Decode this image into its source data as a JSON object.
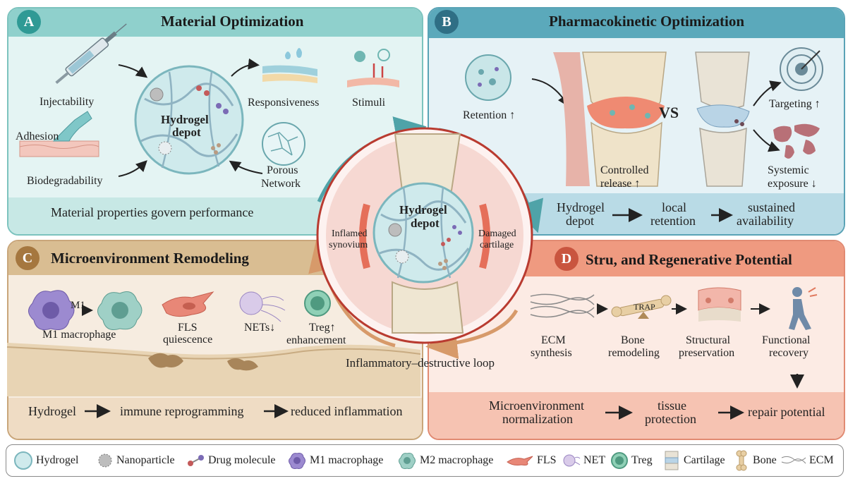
{
  "panel_a": {
    "badge": "A",
    "title": "Material Optimization",
    "labels": {
      "injectability": "Injectability",
      "adhesion": "Adhesion",
      "biodegradability": "Biodegradability",
      "responsiveness": "Responsiveness",
      "stimuli": "Stimuli",
      "porous_1": "Porous",
      "porous_2": "Network",
      "depot_1": "Hydrogel",
      "depot_2": "depot"
    },
    "footer": "Material properties govern performance"
  },
  "panel_b": {
    "badge": "B",
    "title": "Pharmacokinetic Optimization",
    "labels": {
      "retention": "Retention ↑",
      "controlled_1": "Controlled",
      "controlled_2": "release ↑",
      "vs": "VS",
      "targeting": "Targeting ↑",
      "systemic_1": "Systemic",
      "systemic_2": "exposure ↓"
    },
    "flow": [
      {
        "line1": "Hydrogel",
        "line2": "depot"
      },
      {
        "line1": "local",
        "line2": "retention"
      },
      {
        "line1": "sustained",
        "line2": "availability"
      }
    ]
  },
  "panel_c": {
    "badge": "C",
    "title": "Microenvironment Remodeling",
    "labels": {
      "m1_arrow": "M1",
      "m1_macrophage": "M1 macrophage",
      "fls_1": "FLS",
      "fls_2": "quiescence",
      "nets": "NETs↓",
      "treg_1": "Treg↑",
      "treg_2": "enhancement"
    },
    "flow": [
      "Hydrogel",
      "immune reprogramming",
      "reduced inflammation"
    ]
  },
  "panel_d": {
    "badge": "D",
    "title": "Stru, and Regenerative Potential",
    "labels": {
      "trap": "TRAP"
    },
    "steps": [
      {
        "line1": "ECM",
        "line2": "synthesis"
      },
      {
        "line1": "Bone",
        "line2": "remodeling"
      },
      {
        "line1": "Structural",
        "line2": "preservation"
      },
      {
        "line1": "Functional",
        "line2": "recovery"
      }
    ],
    "flow": [
      {
        "line1": "Microenvironment",
        "line2": "normalization"
      },
      {
        "line1": "tissue",
        "line2": "protection"
      },
      {
        "line1": "repair potential",
        "line2": ""
      }
    ]
  },
  "center": {
    "depot_1": "Hydrogel",
    "depot_2": "depot",
    "left_1": "Inflamed",
    "left_2": "synovium",
    "right_1": "Damaged",
    "right_2": "cartilage",
    "loop": "Inflammatory–destructive loop"
  },
  "legend": [
    {
      "icon": "hydrogel-icon",
      "label": "Hydrogel"
    },
    {
      "icon": "nanoparticle-icon",
      "label": "Nanoparticle"
    },
    {
      "icon": "drug-molecule-icon",
      "label": "Drug molecule"
    },
    {
      "icon": "m1-macrophage-icon",
      "label": "M1 macrophage"
    },
    {
      "icon": "m2-macrophage-icon",
      "label": "M2 macrophage"
    },
    {
      "icon": "fls-icon",
      "label": "FLS"
    },
    {
      "icon": "net-icon",
      "label": "NET"
    },
    {
      "icon": "treg-icon",
      "label": "Treg"
    },
    {
      "icon": "cartilage-icon",
      "label": "Cartilage"
    },
    {
      "icon": "bone-icon",
      "label": "Bone"
    },
    {
      "icon": "ecm-icon",
      "label": "ECM"
    }
  ],
  "colors": {
    "teal_header": "#8fd0cc",
    "teal_body": "#e4f4f3",
    "blue_header": "#5ba9bb",
    "blue_body": "#e6f2f6",
    "tan_header": "#d9bd92",
    "tan_body": "#f6ece0",
    "salmon_header": "#ef9a80",
    "salmon_body": "#fcebe4"
  }
}
